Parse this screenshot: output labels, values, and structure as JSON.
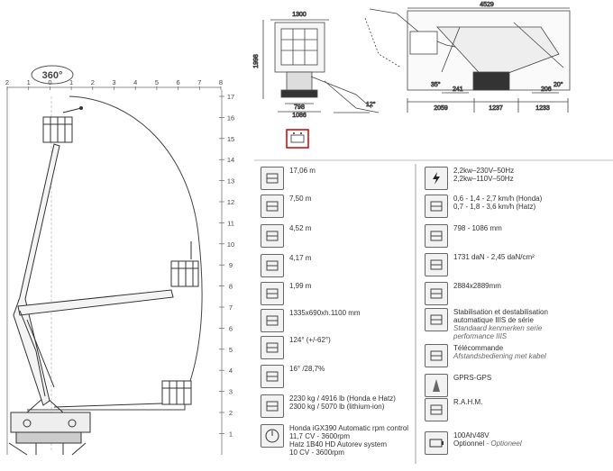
{
  "reach_diagram": {
    "rotation_label": "360°",
    "x_ticks": [
      "2",
      "1",
      "0",
      "1",
      "2",
      "3",
      "4",
      "5",
      "6",
      "7",
      "8"
    ],
    "y_ticks": [
      "17",
      "16",
      "15",
      "14",
      "13",
      "12",
      "11",
      "10",
      "9",
      "8",
      "7",
      "6",
      "5",
      "4",
      "3",
      "2",
      "1"
    ]
  },
  "drawings": {
    "front_width": "1300",
    "front_height": "1998",
    "front_track": "798",
    "front_track_wide": "1086",
    "side_angle": "12°",
    "top_length": "4529",
    "top_angle_left": "35°",
    "top_angle_right": "20°",
    "top_dim_a": "241",
    "top_dim_b": "206",
    "top_seg_1": "2059",
    "top_seg_2": "1237",
    "top_seg_3": "1233"
  },
  "specs_left": [
    {
      "icon": "working-height-icon",
      "lines": [
        "17,06 m"
      ]
    },
    {
      "icon": "outreach-icon",
      "lines": [
        "7,50 m"
      ]
    },
    {
      "icon": "transport-length-icon",
      "lines": [
        "4,52 m"
      ]
    },
    {
      "icon": "transport-width-icon",
      "lines": [
        "4,17 m"
      ]
    },
    {
      "icon": "transport-height-icon",
      "lines": [
        "1,99 m"
      ]
    },
    {
      "icon": "basket-size-icon",
      "lines": [
        "1335x690xh.1100 mm"
      ]
    },
    {
      "icon": "jib-rotation-icon",
      "lines": [
        "124° (+/-62°)"
      ]
    },
    {
      "icon": "gradeability-icon",
      "lines": [
        "16° /28,7%"
      ]
    },
    {
      "icon": "weight-icon",
      "lines": [
        "2230 kg / 4916 lb (Honda e Hatz)",
        "2300 kg / 5070 lb (lithium-ion)"
      ]
    },
    {
      "icon": "engine-icon",
      "lines": [
        "Honda iGX390 Automatic rpm control",
        "11,7 CV - 3600rpm",
        "Hatz 1B40 HD Autorev system",
        "10 CV - 3600rpm"
      ]
    }
  ],
  "specs_right": [
    {
      "icon": "electric-icon",
      "lines": [
        "2,2kw–230V–50Hz",
        "2,2kw–110V–50Hz"
      ]
    },
    {
      "icon": "speed-icon",
      "lines": [
        "0,6 - 1,4 - 2,7 km/h (Honda)",
        "0,7 - 1,8 - 3,6 km/h (Hatz)"
      ]
    },
    {
      "icon": "track-width-icon",
      "lines": [
        "798 - 1086 mm"
      ]
    },
    {
      "icon": "ground-pressure-icon",
      "lines": [
        "1731 daN - 2,45 daN/cm²"
      ]
    },
    {
      "icon": "outrigger-footprint-icon",
      "lines": [
        "2884x2889mm"
      ]
    },
    {
      "icon": "stabilisation-icon",
      "lines": [
        "Stabilisation et destabilisation",
        "automatique IIIS de série"
      ],
      "italic": [
        "Standaard kenmerken serie",
        "performance IIIS"
      ]
    },
    {
      "icon": "remote-control-icon",
      "lines": [
        "Télécommande"
      ],
      "italic": [
        "Afstandsbediening met kabel"
      ]
    },
    {
      "icon": "gprs-gps-icon",
      "lines": [
        "GPRS-GPS"
      ]
    },
    {
      "icon": "rahm-icon",
      "lines": [
        "R.A.H.M."
      ]
    },
    {
      "icon": "battery-icon",
      "lines": [
        "100Ah/48V"
      ],
      "optional": {
        "label": "Optionnel",
        "sep": " - ",
        "italic": "Optioneel"
      }
    }
  ]
}
